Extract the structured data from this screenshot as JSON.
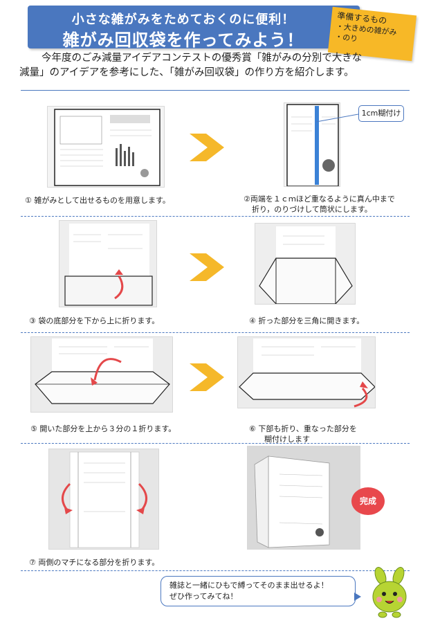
{
  "header": {
    "subtitle": "小さな雑がみをためておくのに便利！",
    "title": "雑がみ回収袋を作ってみよう！"
  },
  "materials": {
    "heading": "準備するもの",
    "items": [
      "・大きめの雑がみ",
      "・のり"
    ]
  },
  "intro": {
    "line1": "今年度のごみ減量アイデアコンテストの優秀賞「雑がみの分別で大きな",
    "line2": "減量」のアイデアを参考にした、「雑がみ回収袋」の作り方を紹介します。"
  },
  "steps": [
    {
      "line1": "① 雑がみとして出せるものを用意します。",
      "line2": ""
    },
    {
      "line1": "②両端を１ｃｍほど重なるように真ん中まで",
      "line2": "折り，のりづけして筒状にします。"
    },
    {
      "line1": "③ 袋の底部分を下から上に折ります。",
      "line2": ""
    },
    {
      "line1": "④ 折った部分を三角に開きます。",
      "line2": ""
    },
    {
      "line1": "⑤ 開いた部分を上から３分の１折ります。",
      "line2": ""
    },
    {
      "line1": "⑥ 下部も折り、重なった部分を",
      "line2": "糊付けします"
    },
    {
      "line1": "⑦ 両側のマチになる部分を折ります。",
      "line2": ""
    }
  ],
  "callout": {
    "glue_label": "1cm糊付け"
  },
  "badge": {
    "done": "完成"
  },
  "bubble": {
    "line1": "雑誌と一緒にひもで縛ってそのまま出せるよ！",
    "line2": "ぜひ作ってみてね！"
  },
  "colors": {
    "accent": "#4a77bf",
    "arrow": "#f5b82a",
    "note": "#f7b827",
    "badge": "#e8484c",
    "red_arrow": "#e4484a",
    "mascot": "#b7d433"
  }
}
